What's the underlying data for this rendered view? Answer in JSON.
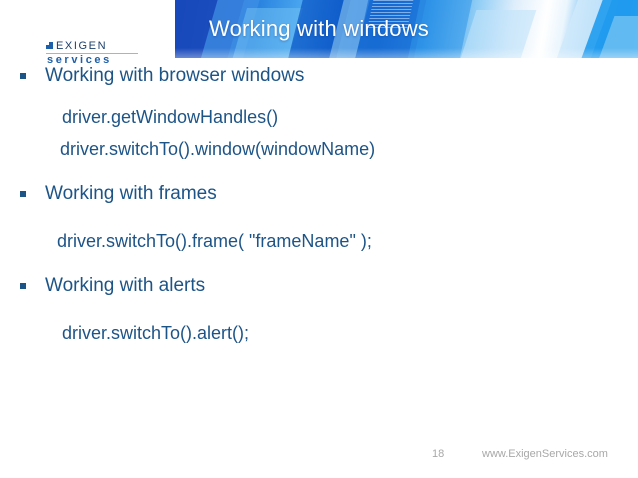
{
  "slide": {
    "banner_title": "Working with windows",
    "accent_color": "#1d5487",
    "banner_blue": "#1b6fd6",
    "footer_color": "#a8a8a8"
  },
  "logo": {
    "name": "EXIGEN",
    "sub": "services",
    "mark": "square-mark-icon"
  },
  "body": {
    "sections": [
      {
        "bullet": "Working with browser windows",
        "code": [
          "driver.getWindowHandles()",
          "driver.switchTo().window(windowName)"
        ]
      },
      {
        "bullet": "Working with frames",
        "code": [
          "driver.switchTo().frame( \"frameName\" );"
        ]
      },
      {
        "bullet": "Working with  alerts",
        "code": [
          "driver.switchTo().alert();"
        ]
      }
    ]
  },
  "footer": {
    "slide_number": "18",
    "site": "www.ExigenServices.com"
  }
}
